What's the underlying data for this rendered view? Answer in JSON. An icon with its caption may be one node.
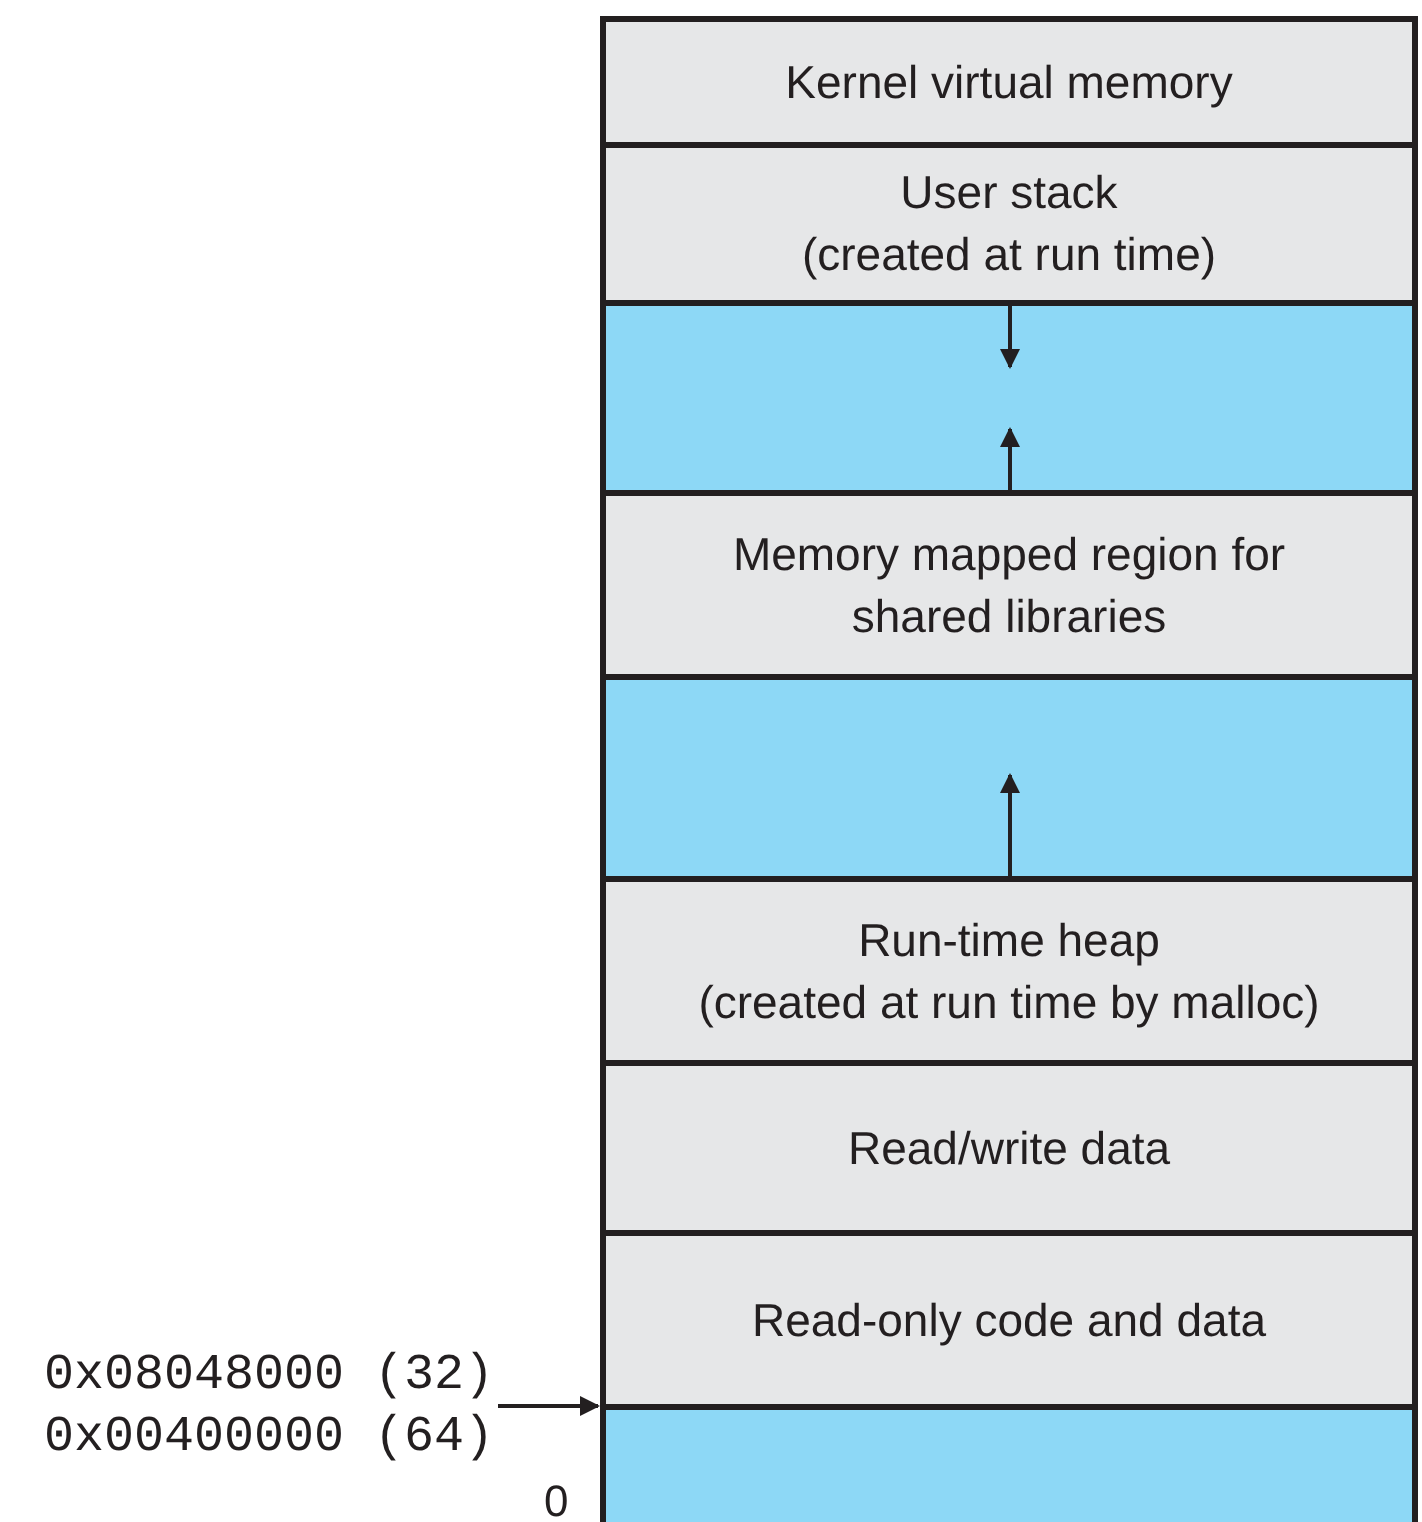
{
  "diagram": {
    "nodes": [
      {
        "text": [
          "Kernel virtual memory"
        ]
      },
      {
        "text": [
          "User stack",
          "(created at run time)"
        ]
      },
      {
        "text": [],
        "shape": "box"
      },
      {
        "text": [
          "Memory mapped region for shared libraries"
        ]
      },
      {
        "text": [],
        "shape": "box"
      },
      {
        "text": [
          "Run-time heap",
          "(created at run time by malloc)"
        ]
      },
      {
        "text": [
          "Read/write data"
        ]
      },
      {
        "text": [
          "Read-only code and data"
        ]
      },
      {
        "text": [],
        "shape": "box"
      },
      {
        "text": [
          "0x08048000 (32)",
          "0x00400000 (64)"
        ]
      }
    ],
    "edges": [
      {
        "from": 9,
        "to": 8,
        "arrow": "to"
      },
      {
        "from": 1,
        "to": 2,
        "arrow": "to"
      },
      {
        "from": 3,
        "to": 2,
        "arrow": "to"
      },
      {
        "from": 5,
        "to": 4,
        "arrow": "to"
      }
    ],
    "labels": [
      "0"
    ]
  }
}
